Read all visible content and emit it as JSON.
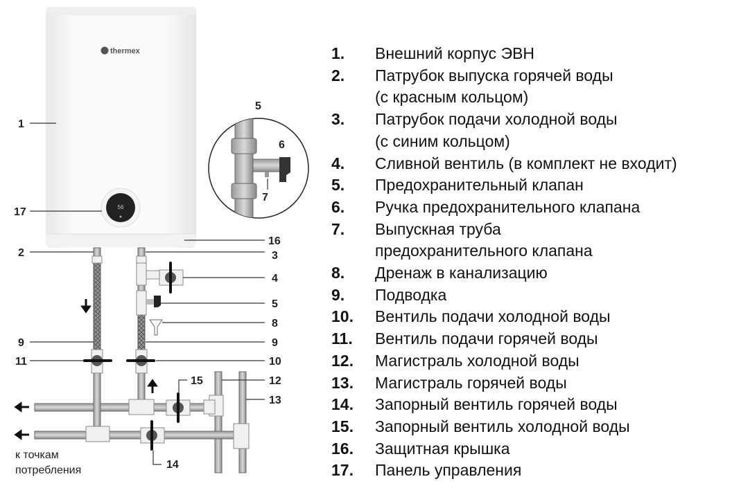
{
  "brand": "thermex",
  "display_value": "56",
  "callouts": {
    "c1": "1",
    "c2": "2",
    "c3": "3",
    "c4": "4",
    "c5": "5",
    "c5b": "5",
    "c6": "6",
    "c7": "7",
    "c8": "8",
    "c9a": "9",
    "c9b": "9",
    "c10": "10",
    "c11": "11",
    "c12": "12",
    "c13": "13",
    "c14": "14",
    "c15": "15",
    "c16": "16",
    "c17": "17"
  },
  "consumer_note": [
    "к точкам",
    "потребления"
  ],
  "legend": [
    {
      "num": "1.",
      "lines": [
        "Внешний корпус ЭВН"
      ]
    },
    {
      "num": "2.",
      "lines": [
        "Патрубок выпуска горячей воды",
        "(с красным кольцом)"
      ]
    },
    {
      "num": "3.",
      "lines": [
        "Патрубок подачи холодной воды",
        "(с синим кольцом)"
      ]
    },
    {
      "num": "4.",
      "lines": [
        "Сливной вентиль (в комплект не входит)"
      ]
    },
    {
      "num": "5.",
      "lines": [
        "Предохранительный клапан"
      ]
    },
    {
      "num": "6.",
      "lines": [
        "Ручка предохранительного клапана"
      ]
    },
    {
      "num": "7.",
      "lines": [
        "Выпускная труба",
        "предохранительного клапана"
      ]
    },
    {
      "num": "8.",
      "lines": [
        "Дренаж в канализацию"
      ]
    },
    {
      "num": "9.",
      "lines": [
        "Подводка"
      ]
    },
    {
      "num": "10.",
      "lines": [
        "Вентиль подачи холодной воды"
      ]
    },
    {
      "num": "11.",
      "lines": [
        "Вентиль подачи горячей воды"
      ]
    },
    {
      "num": "12.",
      "lines": [
        "Магистраль холодной воды"
      ]
    },
    {
      "num": "13.",
      "lines": [
        "Магистраль горячей воды"
      ]
    },
    {
      "num": "14.",
      "lines": [
        "Запорный вентиль горячей воды"
      ]
    },
    {
      "num": "15.",
      "lines": [
        "Запорный вентиль холодной воды"
      ]
    },
    {
      "num": "16.",
      "lines": [
        "Защитная крышка"
      ]
    },
    {
      "num": "17.",
      "lines": [
        "Панель управления"
      ]
    }
  ]
}
